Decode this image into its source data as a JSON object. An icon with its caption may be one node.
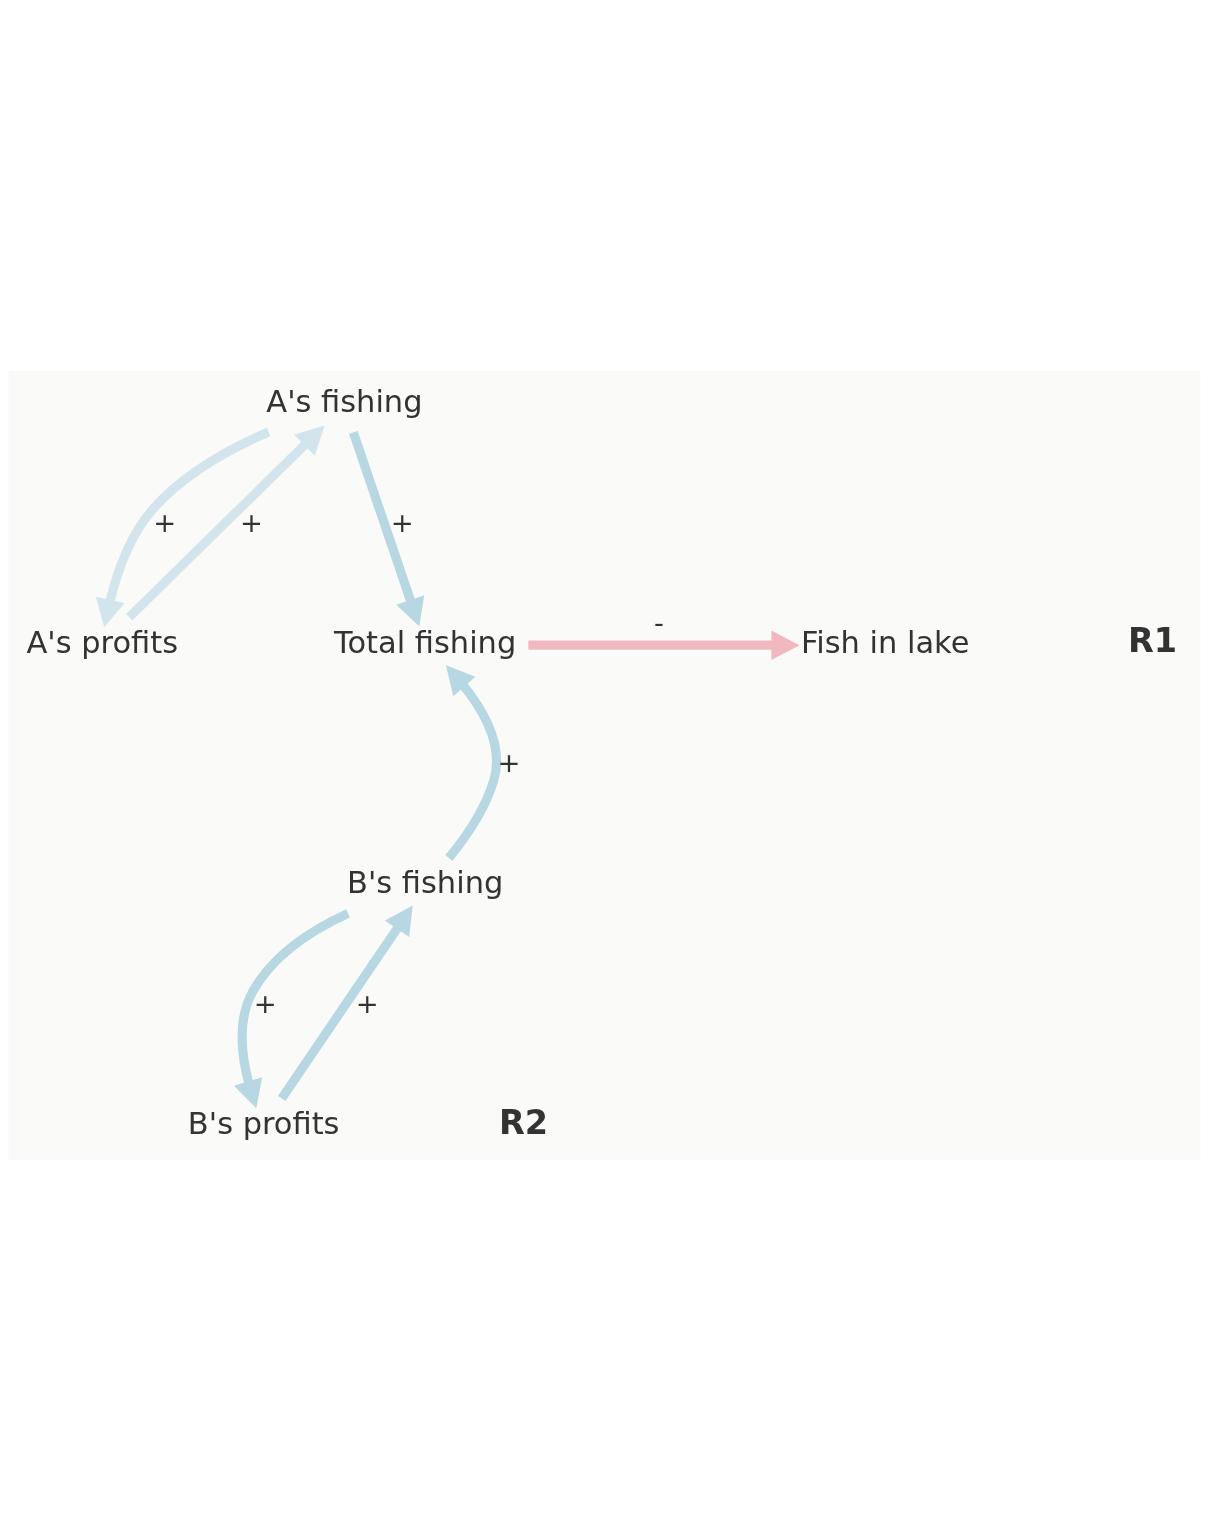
{
  "diagram": {
    "nodes": [
      {
        "text": [
          "A's fishing"
        ]
      },
      {
        "text": [
          "A's profits"
        ]
      },
      {
        "text": [
          "Total fishing"
        ]
      },
      {
        "text": [
          "Fish in lake"
        ]
      },
      {
        "text": [
          "B's fishing"
        ]
      },
      {
        "text": [
          "B's profits"
        ]
      }
    ],
    "edges": [
      {
        "from": 1,
        "to": 0,
        "arrow": "to",
        "label": "+",
        "color": "#d3e5ec"
      },
      {
        "from": 0,
        "to": 1,
        "arrow": "to",
        "label": "+",
        "color": "#d3e5ec"
      },
      {
        "from": 0,
        "to": 2,
        "arrow": "to",
        "label": "+"
      },
      {
        "from": 2,
        "to": 3,
        "arrow": "to",
        "label": "-",
        "color": "#f2b8c0"
      },
      {
        "from": 4,
        "to": 2,
        "arrow": "to",
        "label": "+"
      },
      {
        "from": 4,
        "to": 5,
        "arrow": "to",
        "label": "+"
      },
      {
        "from": 5,
        "to": 4,
        "arrow": "to",
        "label": "+"
      }
    ],
    "labels": [
      "R1",
      "R2"
    ]
  }
}
